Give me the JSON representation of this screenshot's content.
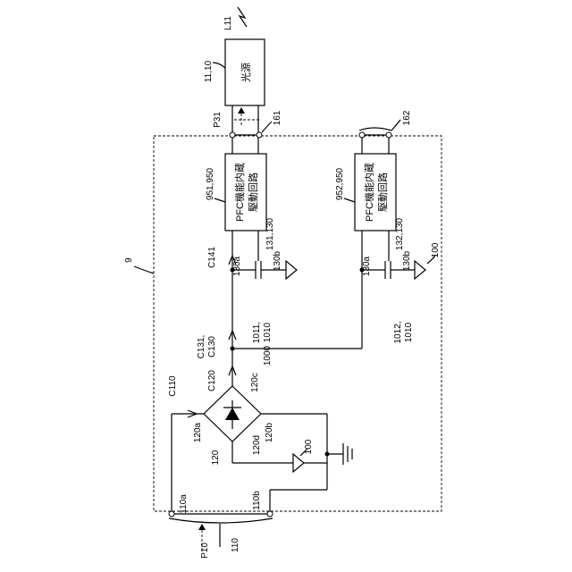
{
  "diagram": {
    "labels": {
      "L11": "L11",
      "light_source_id": "11,10",
      "light_source": "光源",
      "P31": "P31",
      "n161": "161",
      "n162": "162",
      "n9": "9",
      "d1_id": "951,950",
      "d2_id": "952,950",
      "driver_line1": "PFC機能内蔵",
      "driver_line2": "駆動回路",
      "C141": "C141",
      "c1_130a": "130a",
      "c1_id": "131,130",
      "c1_130b": "130b",
      "c2_130a": "130a",
      "c2_id": "132,130",
      "c2_130b": "130b",
      "gnd_100_top": "100",
      "gnd_100_bot": "100",
      "C131": "C131,",
      "C130": "C130",
      "n1011": "1011,",
      "n1010a": "1010",
      "n1012": "1012,",
      "n1010b": "1010",
      "n1000": "1000",
      "C120": "C120",
      "n120c": "120c",
      "C110": "C110",
      "n120a": "120a",
      "n120": "120",
      "n120d": "120d",
      "n120b": "120b",
      "n110a": "110a",
      "n110b": "110b",
      "P10": "P10",
      "n110": "110"
    }
  }
}
